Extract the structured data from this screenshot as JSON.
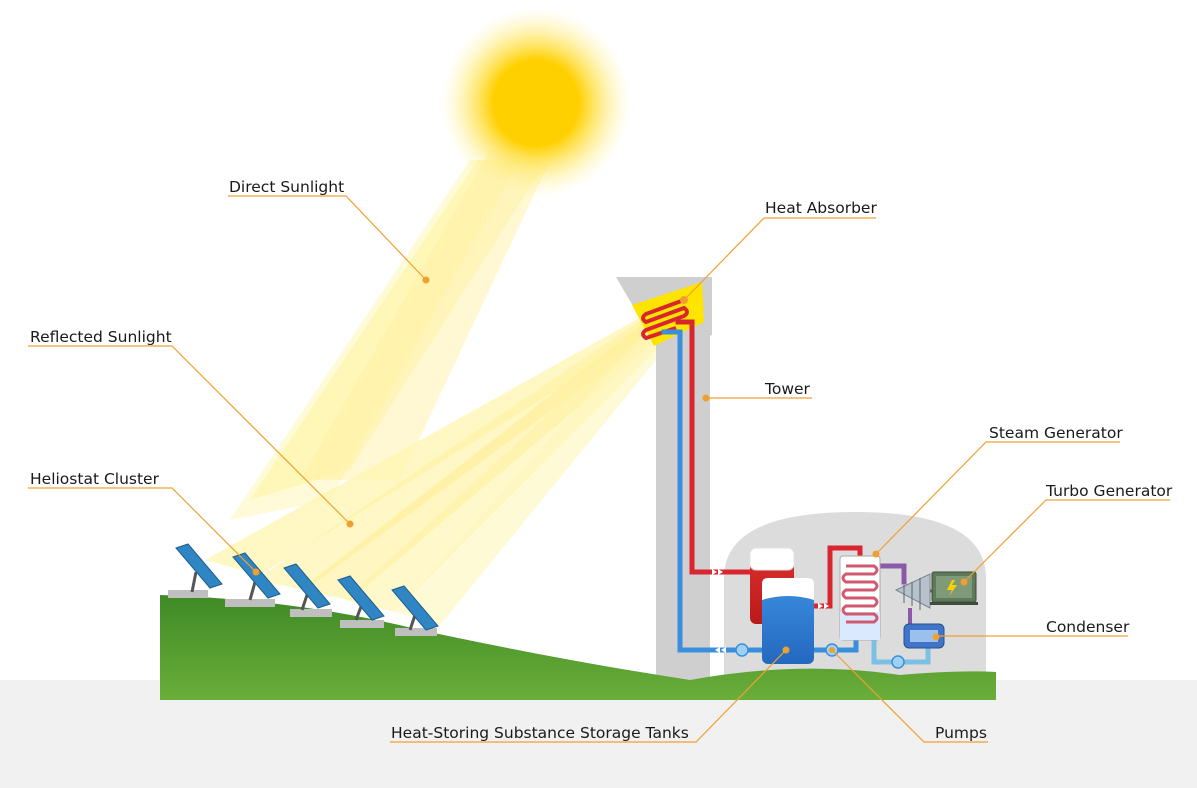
{
  "labels": {
    "direct_sunlight": "Direct Sunlight",
    "reflected_sunlight": "Reflected Sunlight",
    "heliostat_cluster": "Heliostat Cluster",
    "heat_absorber": "Heat Absorber",
    "tower": "Tower",
    "steam_generator": "Steam Generator",
    "turbo_generator": "Turbo Generator",
    "condenser": "Condenser",
    "storage_tanks": "Heat-Storing Substance Storage Tanks",
    "pumps": "Pumps"
  },
  "colors": {
    "leader_line": "#f0a030",
    "sun": "#ffd000",
    "beam": "#fff3a0",
    "hot_pipe": "#d9262e",
    "cold_pipe": "#3a8fdc",
    "tower": "#cfcfcf",
    "ground": "#4f9a2e",
    "heliostat": "#2f86c3",
    "building": "#dcdcdc"
  }
}
